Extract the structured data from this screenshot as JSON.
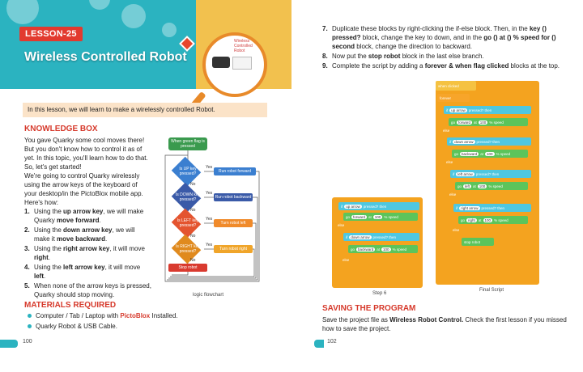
{
  "left_page": {
    "lesson_tag": "LESSON-25",
    "title": "Wireless Controlled Robot",
    "image_label": "Wireless Controlled Robot",
    "intro": "In this lesson, we will learn to make a wirelessly controlled Robot.",
    "knowledge_box": {
      "heading": "KNOWLEDGE BOX",
      "para1": "You gave Quarky some cool moves there! But you don't know how to control it as of yet. In this topic, you'll learn how to do that. So, let's get started!",
      "para2": "We're going to control Quarky wirelessly using the arrow keys of the keyboard of your desktop/in the PictoBlox mobile app.",
      "heres_how": "Here's how:",
      "steps": [
        {
          "num": "1.",
          "pre": "Using the ",
          "bold": "up arrow key",
          "post": ", we will make Quarky ",
          "bold2": "move forward",
          "end": "."
        },
        {
          "num": "2.",
          "pre": "Using the ",
          "bold": "down arrow key",
          "post": ", we will make it ",
          "bold2": "move backward",
          "end": "."
        },
        {
          "num": "3.",
          "pre": "Using the ",
          "bold": "right arrow key",
          "post": ", it will move ",
          "bold2": "right",
          "end": "."
        },
        {
          "num": "4.",
          "pre": "Using the ",
          "bold": "left arrow key",
          "post": ", it will move ",
          "bold2": "left",
          "end": "."
        },
        {
          "num": "5.",
          "pre": "When none of the arrow keys is pressed, Quarky should stop moving.",
          "bold": "",
          "post": "",
          "bold2": "",
          "end": ""
        }
      ]
    },
    "materials": {
      "heading": "MATERIALS REQUIRED",
      "item1_pre": "Computer / Tab / Laptop with ",
      "item1_brand": "PictoBlox",
      "item1_post": " Installed.",
      "item2": "Quarky Robot & USB Cable."
    },
    "flowchart": {
      "start": "When green flag is pressed",
      "q_up": "Is UP key pressed?",
      "q_down": "Is DOWN key pressed?",
      "q_left": "Is LEFT key pressed?",
      "q_right": "Is RIGHT key pressed?",
      "a_forward": "Run robot forward",
      "a_backward": "Run robot backward",
      "a_left": "Turn robot left",
      "a_right": "Turn robot right",
      "a_stop": "Stop robot",
      "yes": "Yes",
      "no": "No",
      "caption": "logic flowchart"
    },
    "page_number": "100"
  },
  "right_page": {
    "steps": [
      {
        "num": "7.",
        "t1": "Duplicate these blocks by right-clicking the if-else block. Then, in the ",
        "b1": "key () pressed?",
        "t2": " block, change the key to down, and in the ",
        "b2": "go () at () % speed for () second",
        "t3": " block, change the direction to backward."
      },
      {
        "num": "8.",
        "t1": "Now put the ",
        "b1": "stop robot",
        "t2": " block in the last else branch.",
        "b2": "",
        "t3": ""
      },
      {
        "num": "9.",
        "t1": "Complete the script by adding a ",
        "b1": "forever & when flag clicked",
        "t2": " blocks at the top.",
        "b2": "",
        "t3": ""
      }
    ],
    "step6": {
      "caption": "Step 6",
      "if1": "if",
      "key1": "up arrow",
      "pressed1": "pressed?",
      "then1": "then",
      "go1": "go",
      "dir1": "forward",
      "at1": "at",
      "speed1": "100",
      "pct1": "% speed",
      "else1": "else",
      "if2": "if",
      "key2": "down arrow",
      "pressed2": "pressed?",
      "then2": "then",
      "go2": "go",
      "dir2": "backward",
      "at2": "at",
      "speed2": "100",
      "pct2": "% speed",
      "else2": "else"
    },
    "final": {
      "caption": "Final Script",
      "hat": "when clicked",
      "forever": "forever",
      "rows": [
        {
          "key": "up arrow",
          "dir": "forward"
        },
        {
          "key": "down arrow",
          "dir": "backward"
        },
        {
          "key": "left arrow",
          "dir": "left"
        },
        {
          "key": "right arrow",
          "dir": "right"
        }
      ],
      "if": "if",
      "pressed": "pressed?",
      "then": "then",
      "go": "go",
      "at": "at",
      "speed": "100",
      "pct": "% speed",
      "else": "else",
      "stop": "stop robot"
    },
    "saving": {
      "heading": "SAVING THE PROGRAM",
      "pre": "Save the project file as ",
      "bold": "Wireless Robot Control.",
      "post": " Check the first lesson if you missed how to save the project."
    },
    "page_number": "102"
  }
}
